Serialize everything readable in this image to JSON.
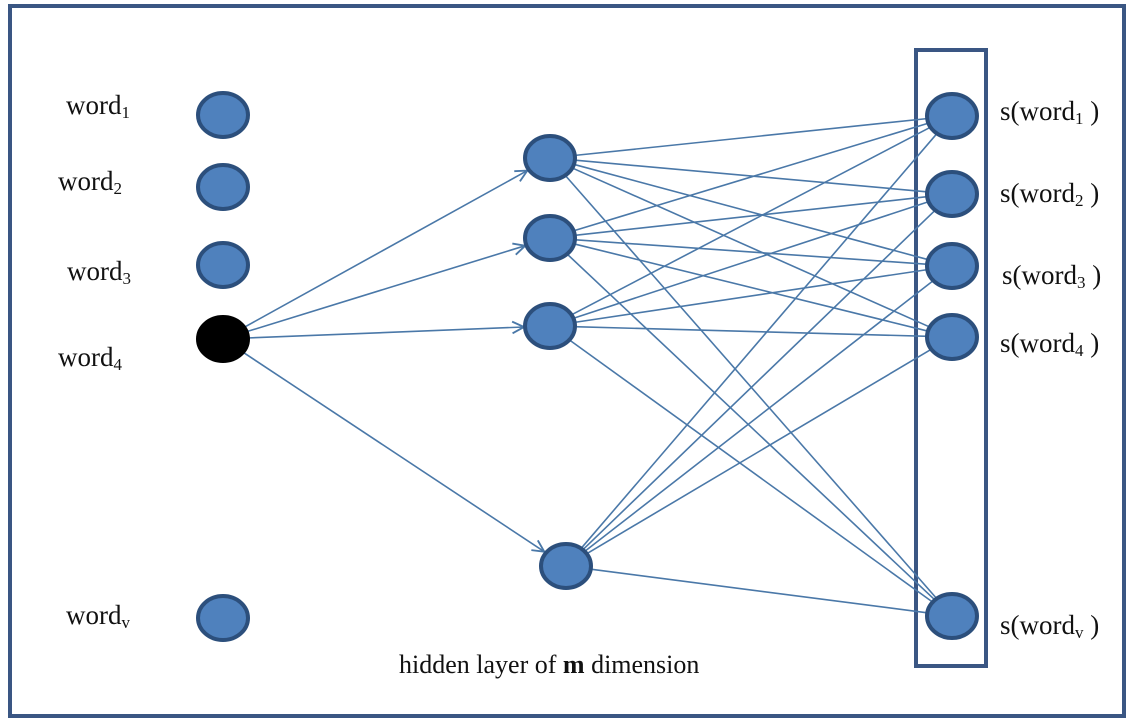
{
  "colors": {
    "frame": "#3a5683",
    "node_fill": "#4f81bd",
    "node_stroke": "#2c4f7c",
    "active_node": "#000000",
    "edge": "#4a78a8"
  },
  "input_labels": [
    {
      "base": "word",
      "sub": "1"
    },
    {
      "base": "word",
      "sub": "2"
    },
    {
      "base": "word",
      "sub": "3"
    },
    {
      "base": "word",
      "sub": "4"
    },
    {
      "base": "word",
      "sub": "v"
    }
  ],
  "output_labels": [
    {
      "prefix": "s(word",
      "sub": "1",
      "suffix": " )"
    },
    {
      "prefix": "s(word",
      "sub": "2",
      "suffix": " )"
    },
    {
      "prefix": "s(word",
      "sub": "3",
      "suffix": " )"
    },
    {
      "prefix": "s(word",
      "sub": "4",
      "suffix": " )"
    },
    {
      "prefix": "s(word",
      "sub": "v",
      "suffix": " )"
    }
  ],
  "caption": {
    "before": "hidden layer of ",
    "bold": "m",
    "after": " dimension"
  },
  "active_input_index": 3
}
